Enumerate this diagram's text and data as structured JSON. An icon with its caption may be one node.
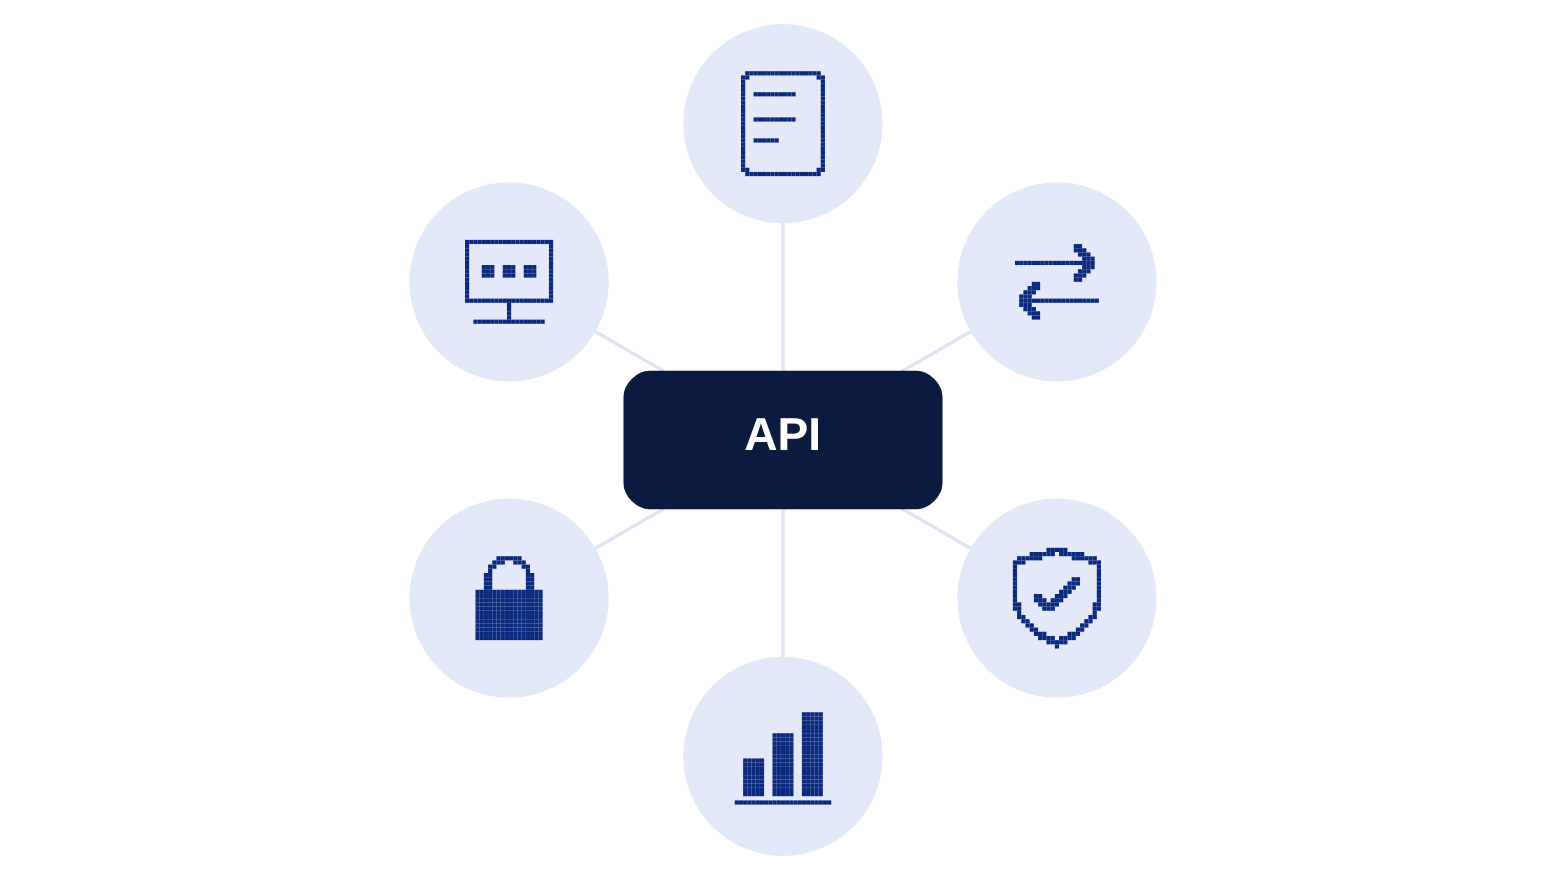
{
  "diagram": {
    "nodes": [
      {
        "text": [
          "API"
        ]
      },
      {
        "text": [],
        "shape": "circle"
      },
      {
        "text": [],
        "shape": "circle"
      },
      {
        "text": [],
        "shape": "circle"
      },
      {
        "text": [],
        "shape": "circle"
      },
      {
        "text": [],
        "shape": "circle"
      },
      {
        "text": [],
        "shape": "circle"
      }
    ],
    "edges": [
      {
        "from": 0,
        "to": 1,
        "arrow": "none"
      },
      {
        "from": 0,
        "to": 2,
        "arrow": "none"
      },
      {
        "from": 0,
        "to": 3,
        "arrow": "none"
      },
      {
        "from": 0,
        "to": 4,
        "arrow": "none"
      },
      {
        "from": 0,
        "to": 5,
        "arrow": "none"
      },
      {
        "from": 0,
        "to": 6,
        "arrow": "none"
      }
    ]
  }
}
